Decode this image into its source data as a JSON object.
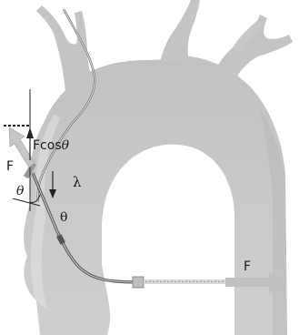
{
  "labels": {
    "force_left": "F",
    "force_cos_prefix": "Fcos",
    "force_cos_theta": "θ",
    "theta_upper": "θ",
    "lambda": "λ",
    "theta_lower": "θ",
    "force_right": "F"
  },
  "colors": {
    "background": "#ffffff",
    "aorta_fill": "#c9c9c9",
    "aorta_shade": "#b3b3b3",
    "wire": "#6e6e6e",
    "force_arrow": "#bdbdbd",
    "text": "#1a1a1a"
  }
}
